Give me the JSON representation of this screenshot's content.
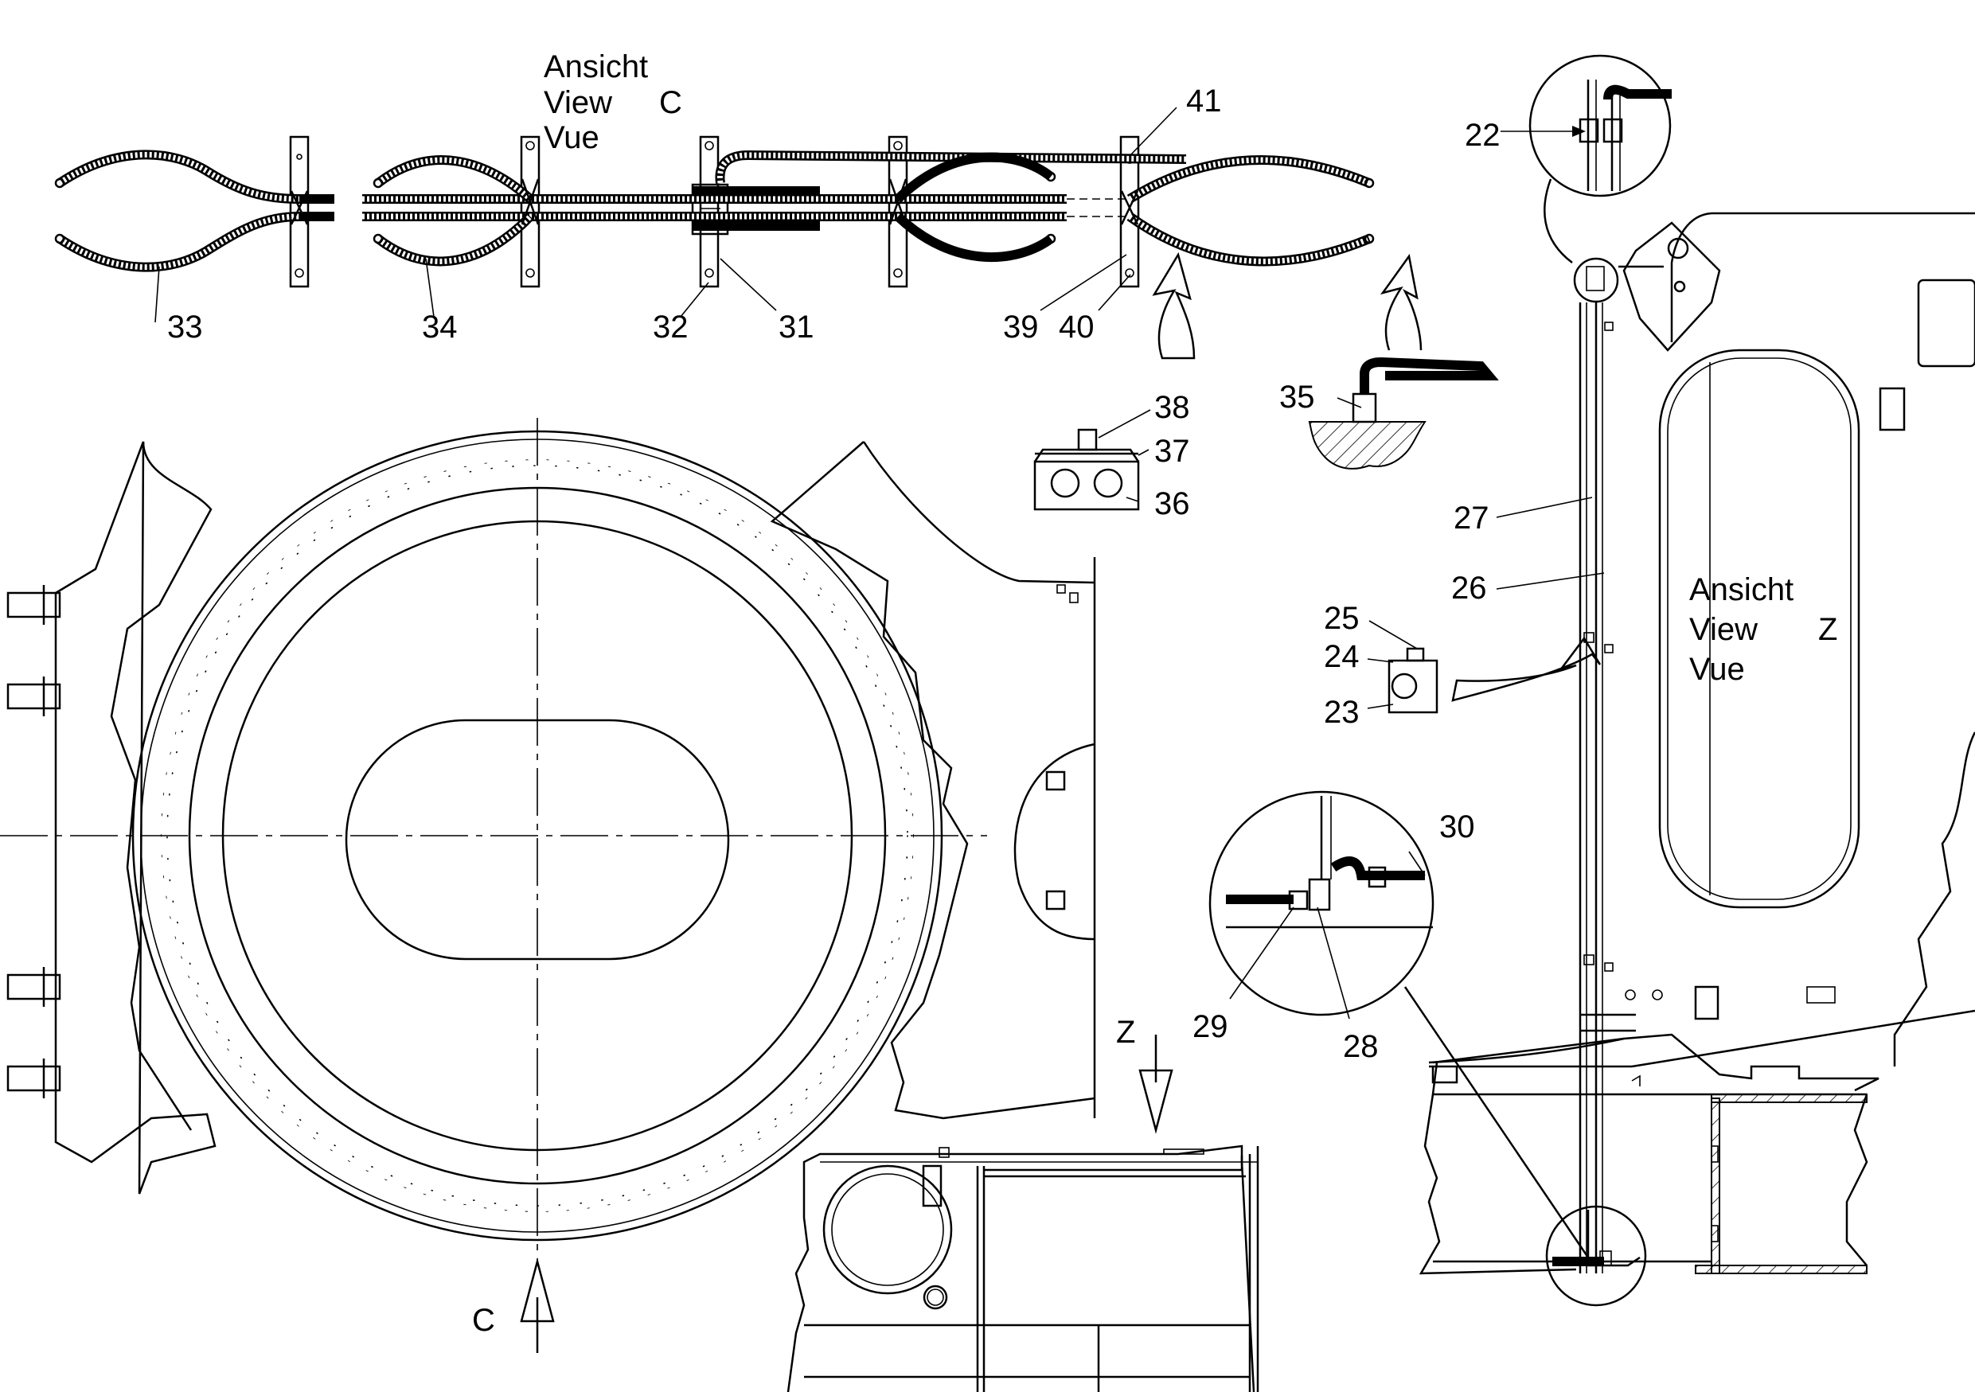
{
  "labels": {
    "view_c_de": "Ansicht",
    "view_c_en": "View",
    "view_c_fr": "Vue",
    "view_c_letter": "C",
    "view_z_de": "Ansicht",
    "view_z_en": "View",
    "view_z_fr": "Vue",
    "view_z_letter": "Z",
    "arrow_c": "C",
    "arrow_z": "Z"
  },
  "part_numbers": {
    "p22": "22",
    "p23": "23",
    "p24": "24",
    "p25": "25",
    "p26": "26",
    "p27": "27",
    "p28": "28",
    "p29": "29",
    "p30": "30",
    "p31": "31",
    "p32": "32",
    "p33": "33",
    "p34": "34",
    "p35": "35",
    "p36": "36",
    "p37": "37",
    "p38": "38",
    "p39": "39",
    "p40": "40",
    "p41": "41"
  },
  "colors": {
    "ink": "#000000",
    "paper": "#ffffff"
  }
}
